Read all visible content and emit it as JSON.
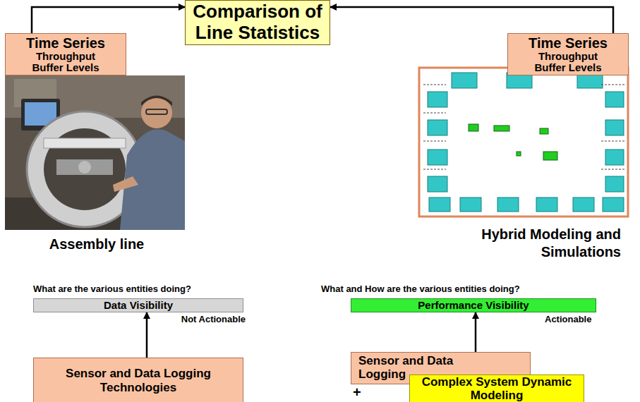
{
  "diagram": {
    "nodes": [
      {
        "text": [
          "Comparison of Line Statistics"
        ]
      },
      {
        "text": [
          "Time Series",
          "Throughput Buffer Levels"
        ]
      },
      {
        "text": [
          "Time Series",
          "Throughput Buffer Levels"
        ]
      },
      {
        "text": [
          "Data Visibility"
        ]
      },
      {
        "text": [
          "Sensor and Data Logging Technologies"
        ]
      },
      {
        "text": [
          "Performance Visibility"
        ]
      },
      {
        "text": [
          "Sensor and Data Logging"
        ]
      },
      {
        "text": [
          "Complex System Dynamic Modeling"
        ]
      }
    ],
    "edges": [
      {
        "from": 1,
        "to": 0,
        "arrow": "to"
      },
      {
        "from": 2,
        "to": 0,
        "arrow": "to"
      },
      {
        "from": 4,
        "to": 3,
        "arrow": "to"
      },
      {
        "from": 6,
        "to": 5,
        "arrow": "to"
      }
    ],
    "labels": [
      "Assembly line",
      "Hybrid Modeling and Simulations",
      "What are the various entities doing?",
      "Not Actionable",
      "What and How are the various entities doing?",
      "Actionable",
      "+"
    ]
  }
}
